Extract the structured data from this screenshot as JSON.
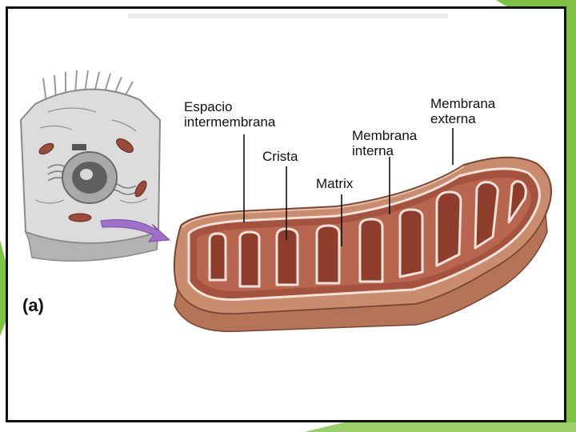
{
  "slide": {
    "accent_color": "#7dc242",
    "frame_color": "#111111",
    "background": "#ffffff"
  },
  "diagram": {
    "panel_letter": "(a)",
    "labels": {
      "espacio_intermembrana": "Espacio\nintermembrana",
      "crista": "Crista",
      "membrana_interna": "Membrana\ninterna",
      "membrana_externa": "Membrana\nexterna",
      "matrix": "Matrix"
    },
    "colors": {
      "outer_membrane": "#c98c6e",
      "inner_membrane": "#a5523f",
      "matrix_fill": "#b05a45",
      "cell_gray": "#bdbdbd",
      "arrow": "#a070c8"
    }
  }
}
